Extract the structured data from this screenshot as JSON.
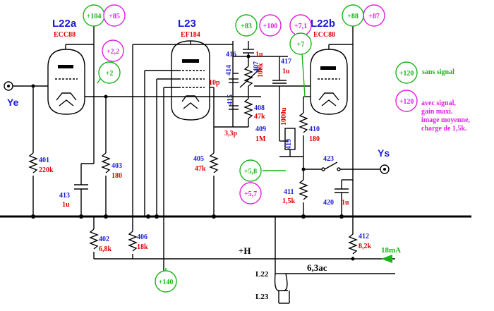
{
  "tubes": {
    "l22a": {
      "name": "L22a",
      "type": "ECC88"
    },
    "l23": {
      "name": "L23",
      "type": "EF184"
    },
    "l22b": {
      "name": "L22b",
      "type": "ECC88"
    }
  },
  "signals": {
    "input": "Ye",
    "output": "Ys"
  },
  "components": {
    "r401": {
      "ref": "401",
      "value": "220k"
    },
    "r403": {
      "ref": "403",
      "value": "180"
    },
    "c413": {
      "ref": "413",
      "value": "1u"
    },
    "r402": {
      "ref": "402",
      "value": "6,8k"
    },
    "r406": {
      "ref": "406",
      "value": "18k"
    },
    "r405": {
      "ref": "405",
      "value": "47k"
    },
    "c_10p": {
      "value": "10p"
    },
    "c416": {
      "ref": "416",
      "value": "1u"
    },
    "c414": {
      "ref": "414"
    },
    "c415": {
      "ref": "415"
    },
    "c_3p3": {
      "value": "3,3p"
    },
    "r407": {
      "ref": "407",
      "value": "100k"
    },
    "r408": {
      "ref": "408",
      "value": "47k"
    },
    "c417": {
      "ref": "417",
      "value": "1u"
    },
    "r409": {
      "ref": "409",
      "value": "1M"
    },
    "c419": {
      "ref": "419",
      "value": "1000u"
    },
    "r410": {
      "ref": "410",
      "value": "180"
    },
    "sw423": {
      "ref": "423"
    },
    "r411": {
      "ref": "411",
      "value": "1,5k"
    },
    "c420": {
      "ref": "420",
      "value": "1u"
    },
    "r412": {
      "ref": "412",
      "value": "8,2k"
    }
  },
  "voltages": {
    "v104": "+104",
    "v85": "+85",
    "v22": "+2,2",
    "v2": "+2",
    "v83": "+83",
    "v100": "+100",
    "v71": "+7,1",
    "v7": "+7",
    "v88": "+88",
    "v87": "+87",
    "v58": "+5,8",
    "v57": "+5,7",
    "v140": "+140",
    "v120a": "+120",
    "v120b": "+120"
  },
  "legend": {
    "green_text": "sans signal",
    "magenta_lines": [
      "avec signal,",
      "gain maxi.",
      "image moyenne,",
      "charge de 1,5k."
    ]
  },
  "supply": {
    "rail": "+H",
    "current": "18mA",
    "heater": "6,3ac",
    "heater_l22": "L22",
    "heater_l23": "L23"
  },
  "colors": {
    "green": "#19b419",
    "magenta": "#e020e0",
    "blue": "#1a1ad8",
    "red": "#e00000"
  }
}
